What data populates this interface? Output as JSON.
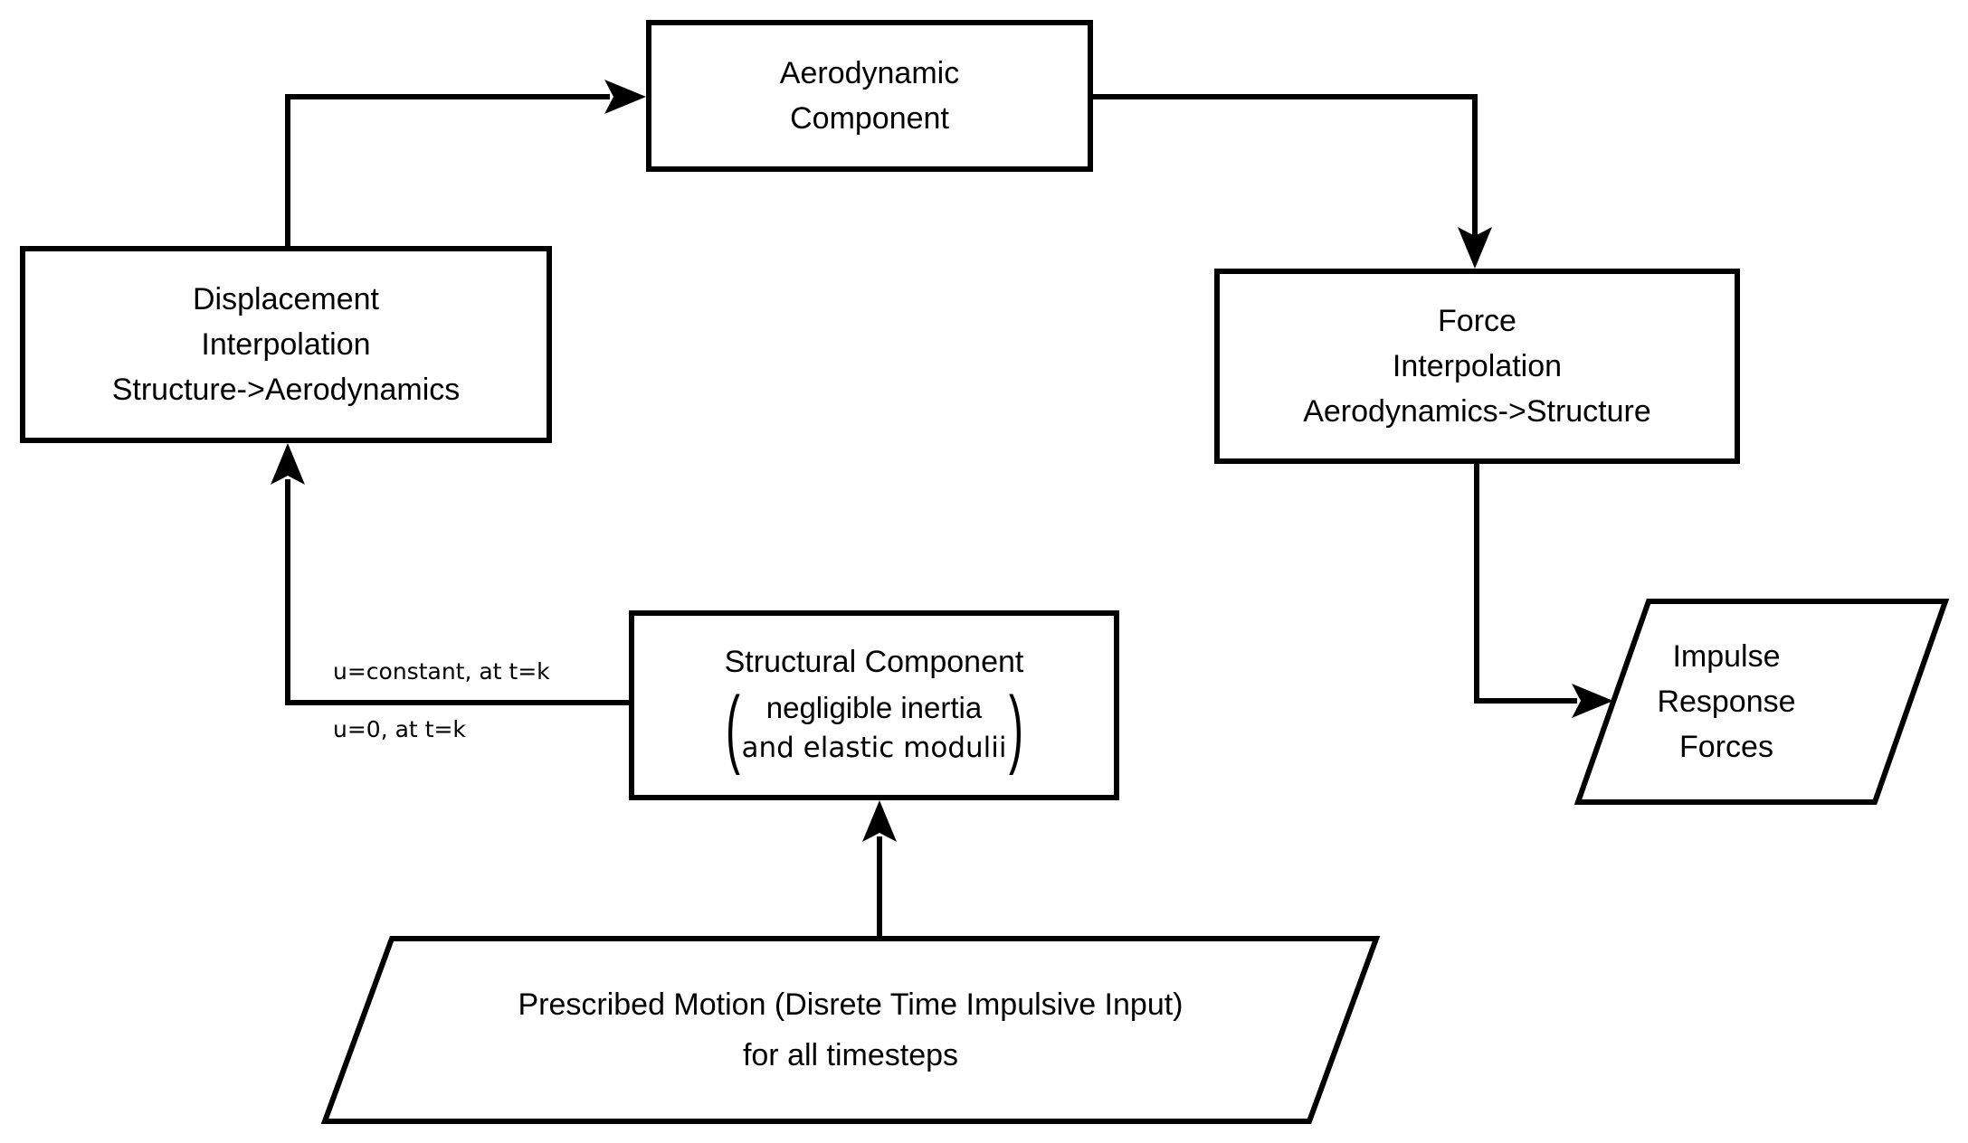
{
  "colors": {
    "background": "#ffffff",
    "stroke": "#000000",
    "text": "#000000"
  },
  "nodes": {
    "aerodynamic_component": {
      "line1": "Aerodynamic",
      "line2": "Component"
    },
    "displacement_interpolation": {
      "line1": "Displacement",
      "line2": "Interpolation",
      "line3": "Structure->Aerodynamics"
    },
    "force_interpolation": {
      "line1": "Force",
      "line2": "Interpolation",
      "line3": "Aerodynamics->Structure"
    },
    "structural_component": {
      "title": "Structural Component",
      "paren_open": "(",
      "paren_close": ")",
      "note_line1": "negligible inertia",
      "note_line2": "and elastic modulii"
    },
    "impulse_response": {
      "line1": "Impulse",
      "line2": "Response",
      "line3": "Forces"
    },
    "prescribed_motion": {
      "line1": "Prescribed Motion (Disrete Time Impulsive Input)",
      "line2": "for all timesteps"
    }
  },
  "edge_labels": {
    "displacement_condition_top": "u=constant, at t=k",
    "displacement_condition_bottom": "u=0, at t=k"
  }
}
